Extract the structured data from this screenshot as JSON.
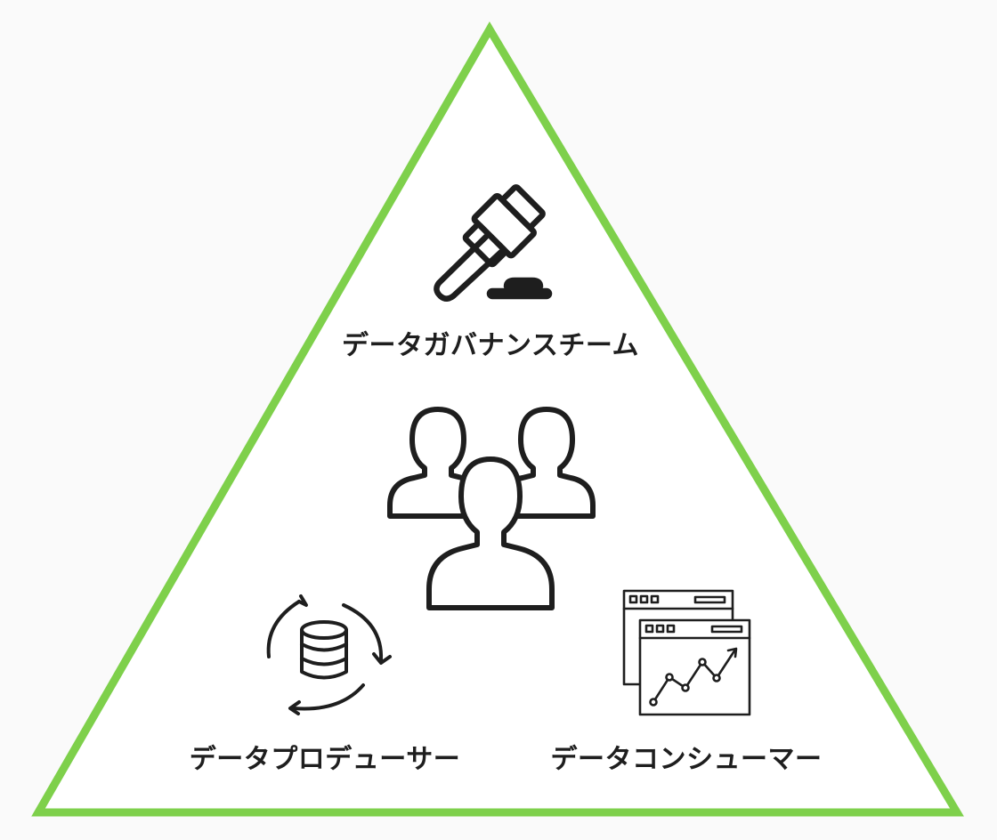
{
  "colors": {
    "triangle_stroke": "#7ed04b",
    "icon_stroke": "#1e1e1e",
    "label_text": "#1e1e1e",
    "background": "#fafafa"
  },
  "roles": {
    "governance": {
      "label": "データガバナンスチーム",
      "icon": "gavel-icon"
    },
    "producer": {
      "label": "データプロデューサー",
      "icon": "database-sync-icon"
    },
    "consumer": {
      "label": "データコンシューマー",
      "icon": "analytics-dashboard-icon"
    },
    "center": {
      "icon": "people-group-icon"
    }
  }
}
